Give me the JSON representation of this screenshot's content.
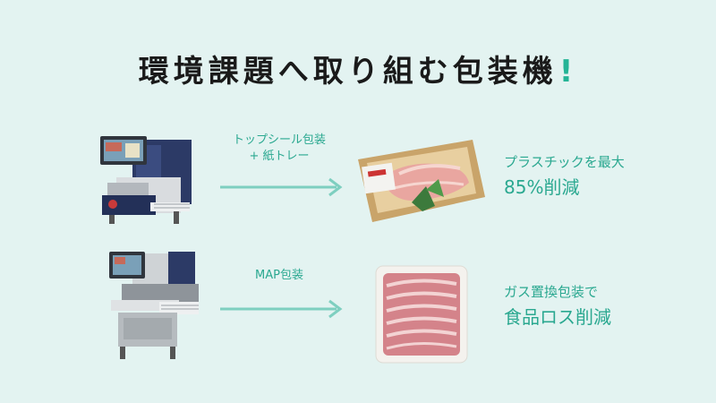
{
  "title": "環境課題へ取り組む包装機",
  "title_mark": "!",
  "colors": {
    "accent": "#2aa890",
    "arrow": "#7ecfc0",
    "background": "#e3f3f1"
  },
  "rows": [
    {
      "process_line1": "トップシール包装",
      "process_line2": "+ 紙トレー",
      "benefit_line1": "プラスチックを最大",
      "benefit_line2": "85%削減"
    },
    {
      "process_line1": "MAP包装",
      "benefit_line1": "ガス置換包装で",
      "benefit_line2": "食品ロス削減"
    }
  ]
}
